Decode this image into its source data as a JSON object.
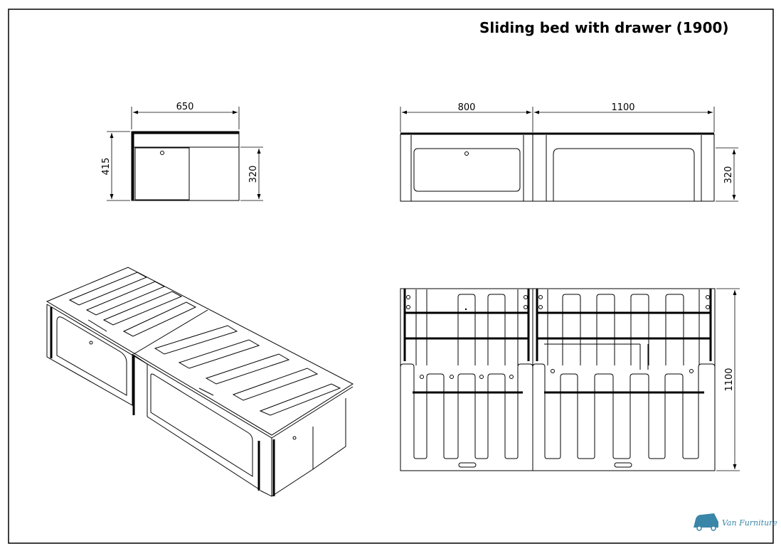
{
  "title": "Sliding bed with drawer (1900)",
  "front_view": {
    "width_label": "650",
    "height_label": "415",
    "drawer_height_label": "320"
  },
  "side_view": {
    "left_width_label": "800",
    "right_width_label": "1100",
    "height_label": "320"
  },
  "top_view": {
    "depth_label": "1100"
  },
  "logo": {
    "text": "Van Furniture",
    "icon": "van-icon",
    "color": "#3a86a8"
  }
}
